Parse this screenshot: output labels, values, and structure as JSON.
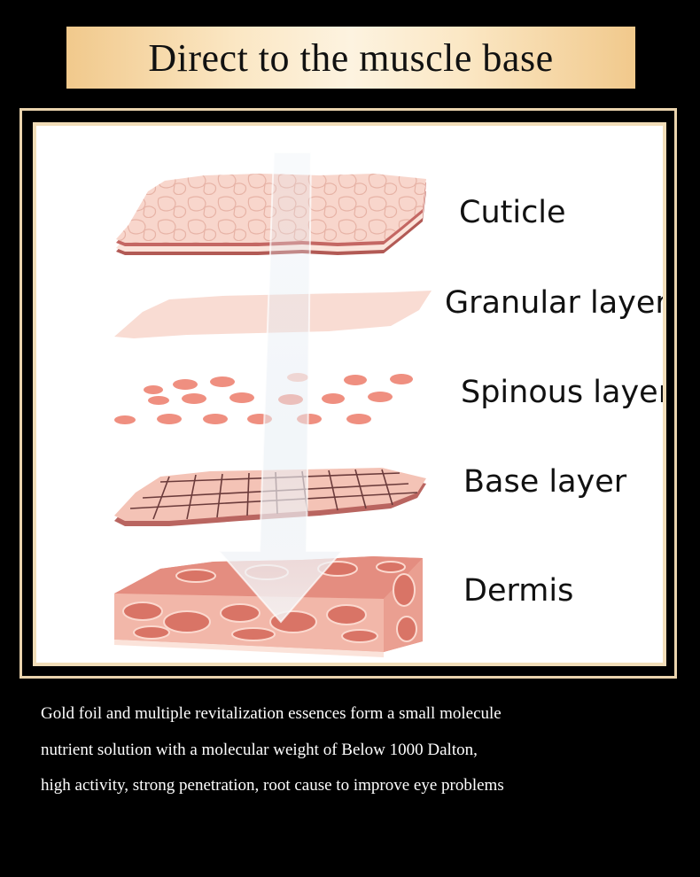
{
  "title": "Direct to the muscle base",
  "layers": [
    {
      "label": "Cuticle"
    },
    {
      "label": "Granular layer"
    },
    {
      "label": "Spinous layer"
    },
    {
      "label": "Base layer"
    },
    {
      "label": "Dermis"
    }
  ],
  "description": [
    "Gold foil and multiple revitalization essences form a small molecule",
    "nutrient solution with a molecular weight of Below 1000 Dalton,",
    "high activity, strong penetration, root cause to improve eye problems"
  ],
  "colors": {
    "banner": "#fbe7c4",
    "frame": "#e9d3ad",
    "skin_pink": "#f2b5a5",
    "skin_dark": "#c9756a",
    "cell": "#ee8a7c"
  }
}
